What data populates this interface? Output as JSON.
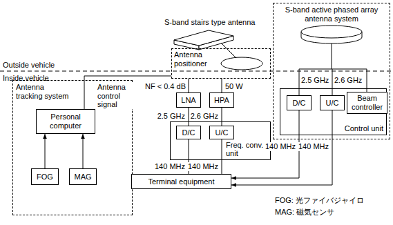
{
  "diagram": {
    "nodes": [
      {
        "text": [
          "Antenna positioner"
        ]
      },
      {
        "text": [
          "Antenna tracking system"
        ]
      },
      {
        "text": [
          "Personal computer"
        ],
        "in": 1
      },
      {
        "text": [
          "FOG"
        ],
        "in": 1
      },
      {
        "text": [
          "MAG"
        ],
        "in": 1
      },
      {
        "text": [
          "LNA"
        ]
      },
      {
        "text": [
          "HPA"
        ]
      },
      {
        "text": [
          "Freq. conv. unit"
        ]
      },
      {
        "text": [
          "D/C"
        ],
        "in": 7
      },
      {
        "text": [
          "U/C"
        ],
        "in": 7
      },
      {
        "text": [
          "Terminal equipment"
        ]
      },
      {
        "text": [
          "S-band active phased array antenna system"
        ]
      },
      {
        "text": [
          "Control unit"
        ],
        "in": 11
      },
      {
        "text": [
          "D/C"
        ],
        "in": 12
      },
      {
        "text": [
          "U/C"
        ],
        "in": 12
      },
      {
        "text": [
          "Beam controller"
        ],
        "in": 12
      }
    ],
    "edges": [
      {
        "from": 2,
        "to": 0,
        "label": "Antenna control signal",
        "arrow": "none"
      },
      {
        "from": 3,
        "to": 2,
        "arrow": "to"
      },
      {
        "from": 4,
        "to": 2,
        "arrow": "to"
      },
      {
        "from": 0,
        "to": 5,
        "arrow": "none"
      },
      {
        "from": 0,
        "to": 6,
        "arrow": "none"
      },
      {
        "from": 5,
        "to": 8,
        "label": "2.5 GHz",
        "arrow": "none"
      },
      {
        "from": 6,
        "to": 9,
        "label": "2.6 GHz",
        "arrow": "none"
      },
      {
        "from": 8,
        "to": 10,
        "label": "140 MHz",
        "arrow": "none"
      },
      {
        "from": 9,
        "to": 10,
        "label": "140 MHz",
        "arrow": "none"
      },
      {
        "from": 13,
        "to": 10,
        "label": "140 MHz",
        "arrow": "to"
      },
      {
        "from": 14,
        "to": 10,
        "label": "140 MHz",
        "arrow": "to"
      }
    ],
    "labels": [
      "S-band stairs type antenna",
      "Outside vehicle",
      "Inside vehicle",
      "NF < 0.4 dB",
      "50 W",
      "2.5 GHz",
      "2.6 GHz",
      "FOG: 光ファイバジャイロ",
      "MAG: 磁気センサ"
    ]
  }
}
